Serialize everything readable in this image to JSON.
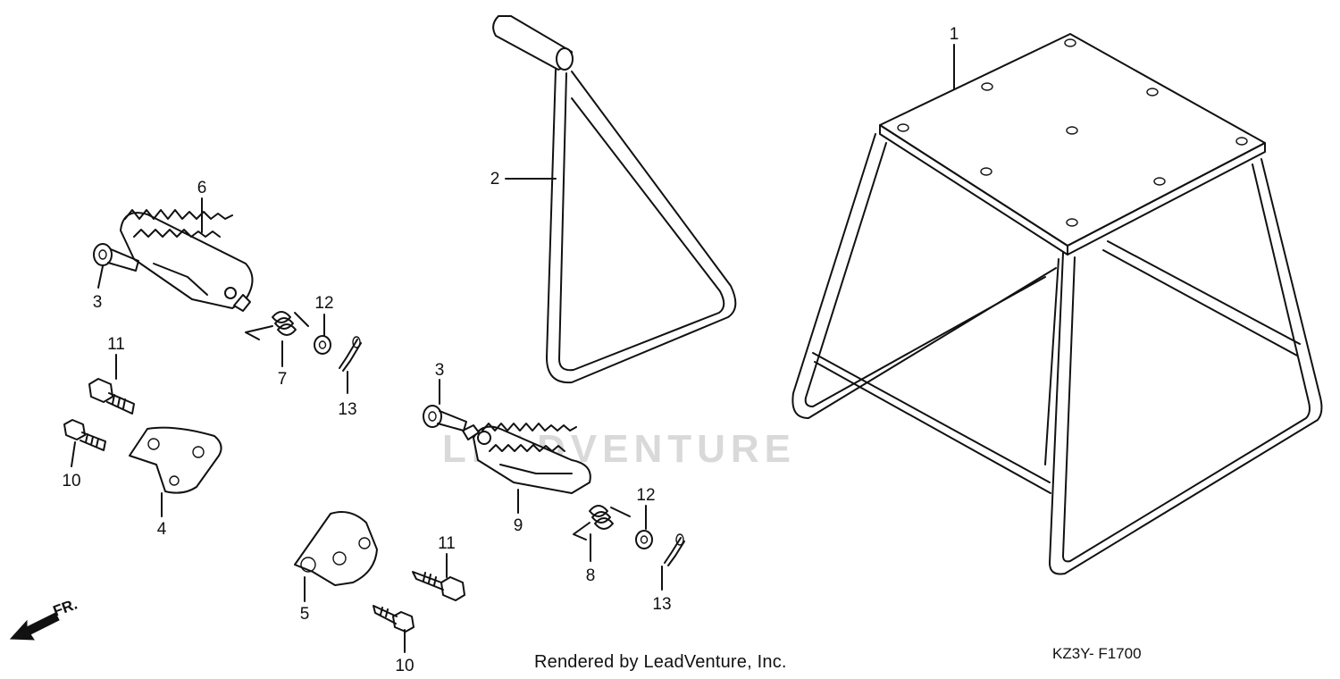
{
  "footer": {
    "credit": "Rendered by LeadVenture, Inc.",
    "code": "KZ3Y- F1700"
  },
  "direction_label": "FR.",
  "watermark": "LEADVENTURE",
  "callouts": {
    "c1": "1",
    "c2": "2",
    "c3a": "3",
    "c3b": "3",
    "c4": "4",
    "c5": "5",
    "c6": "6",
    "c7": "7",
    "c8": "8",
    "c9": "9",
    "c10a": "10",
    "c10b": "10",
    "c11a": "11",
    "c11b": "11",
    "c12a": "12",
    "c12b": "12",
    "c13a": "13",
    "c13b": "13"
  }
}
